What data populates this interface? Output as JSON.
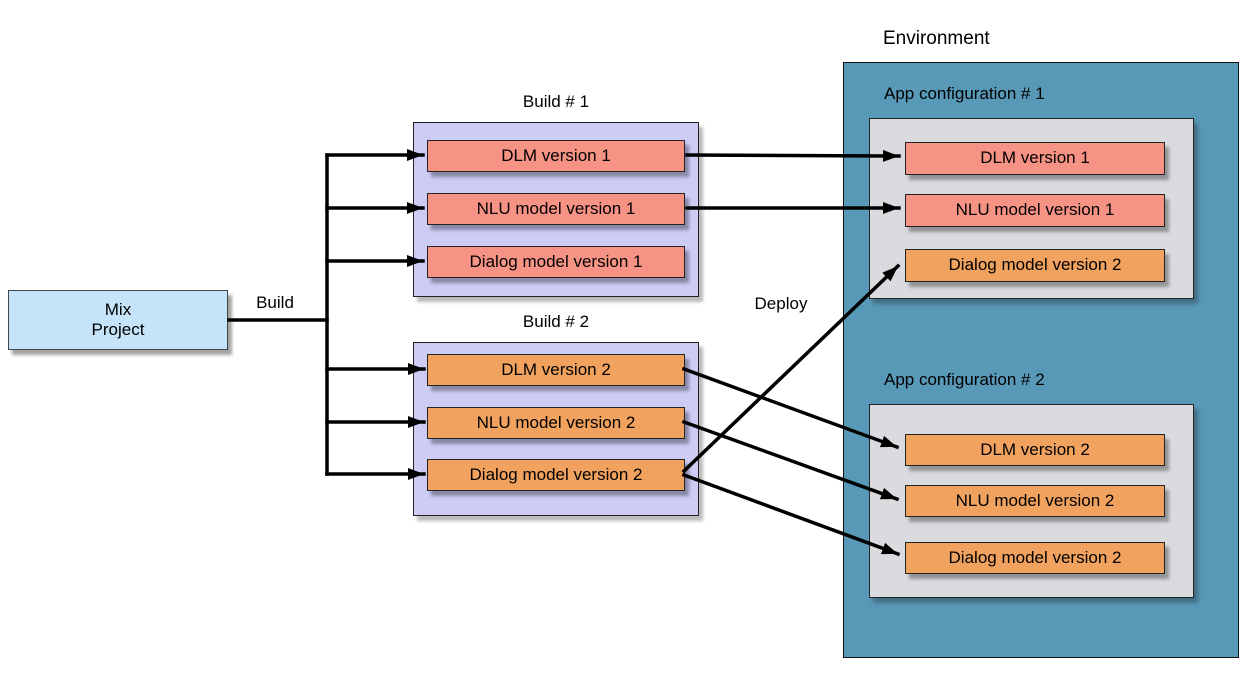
{
  "diagram": {
    "mix_project": {
      "label": "Mix\nProject"
    },
    "build_label": "Build",
    "deploy_label": "Deploy",
    "builds": [
      {
        "title": "Build # 1",
        "items": [
          "DLM version 1",
          "NLU model version 1",
          "Dialog model version 1"
        ]
      },
      {
        "title": "Build # 2",
        "items": [
          "DLM version 2",
          "NLU model version 2",
          "Dialog model version 2"
        ]
      }
    ],
    "environment": {
      "title": "Environment",
      "app_configs": [
        {
          "title": "App configuration # 1",
          "items": [
            {
              "label": "DLM version 1"
            },
            {
              "label": "NLU model version 1"
            },
            {
              "label": "Dialog model version 2"
            }
          ]
        },
        {
          "title": "App configuration # 2",
          "items": [
            {
              "label": "DLM version 2"
            },
            {
              "label": "NLU model version 2"
            },
            {
              "label": "Dialog model version 2"
            }
          ]
        }
      ]
    },
    "colors": {
      "salmon": "#F79384",
      "orange": "#F1A25E",
      "lavender": "#CCCCF4",
      "teal": "#5999B8",
      "gray": "#D9DBDE",
      "light_blue": "#C5E3F9",
      "arrow": "#000000"
    }
  }
}
